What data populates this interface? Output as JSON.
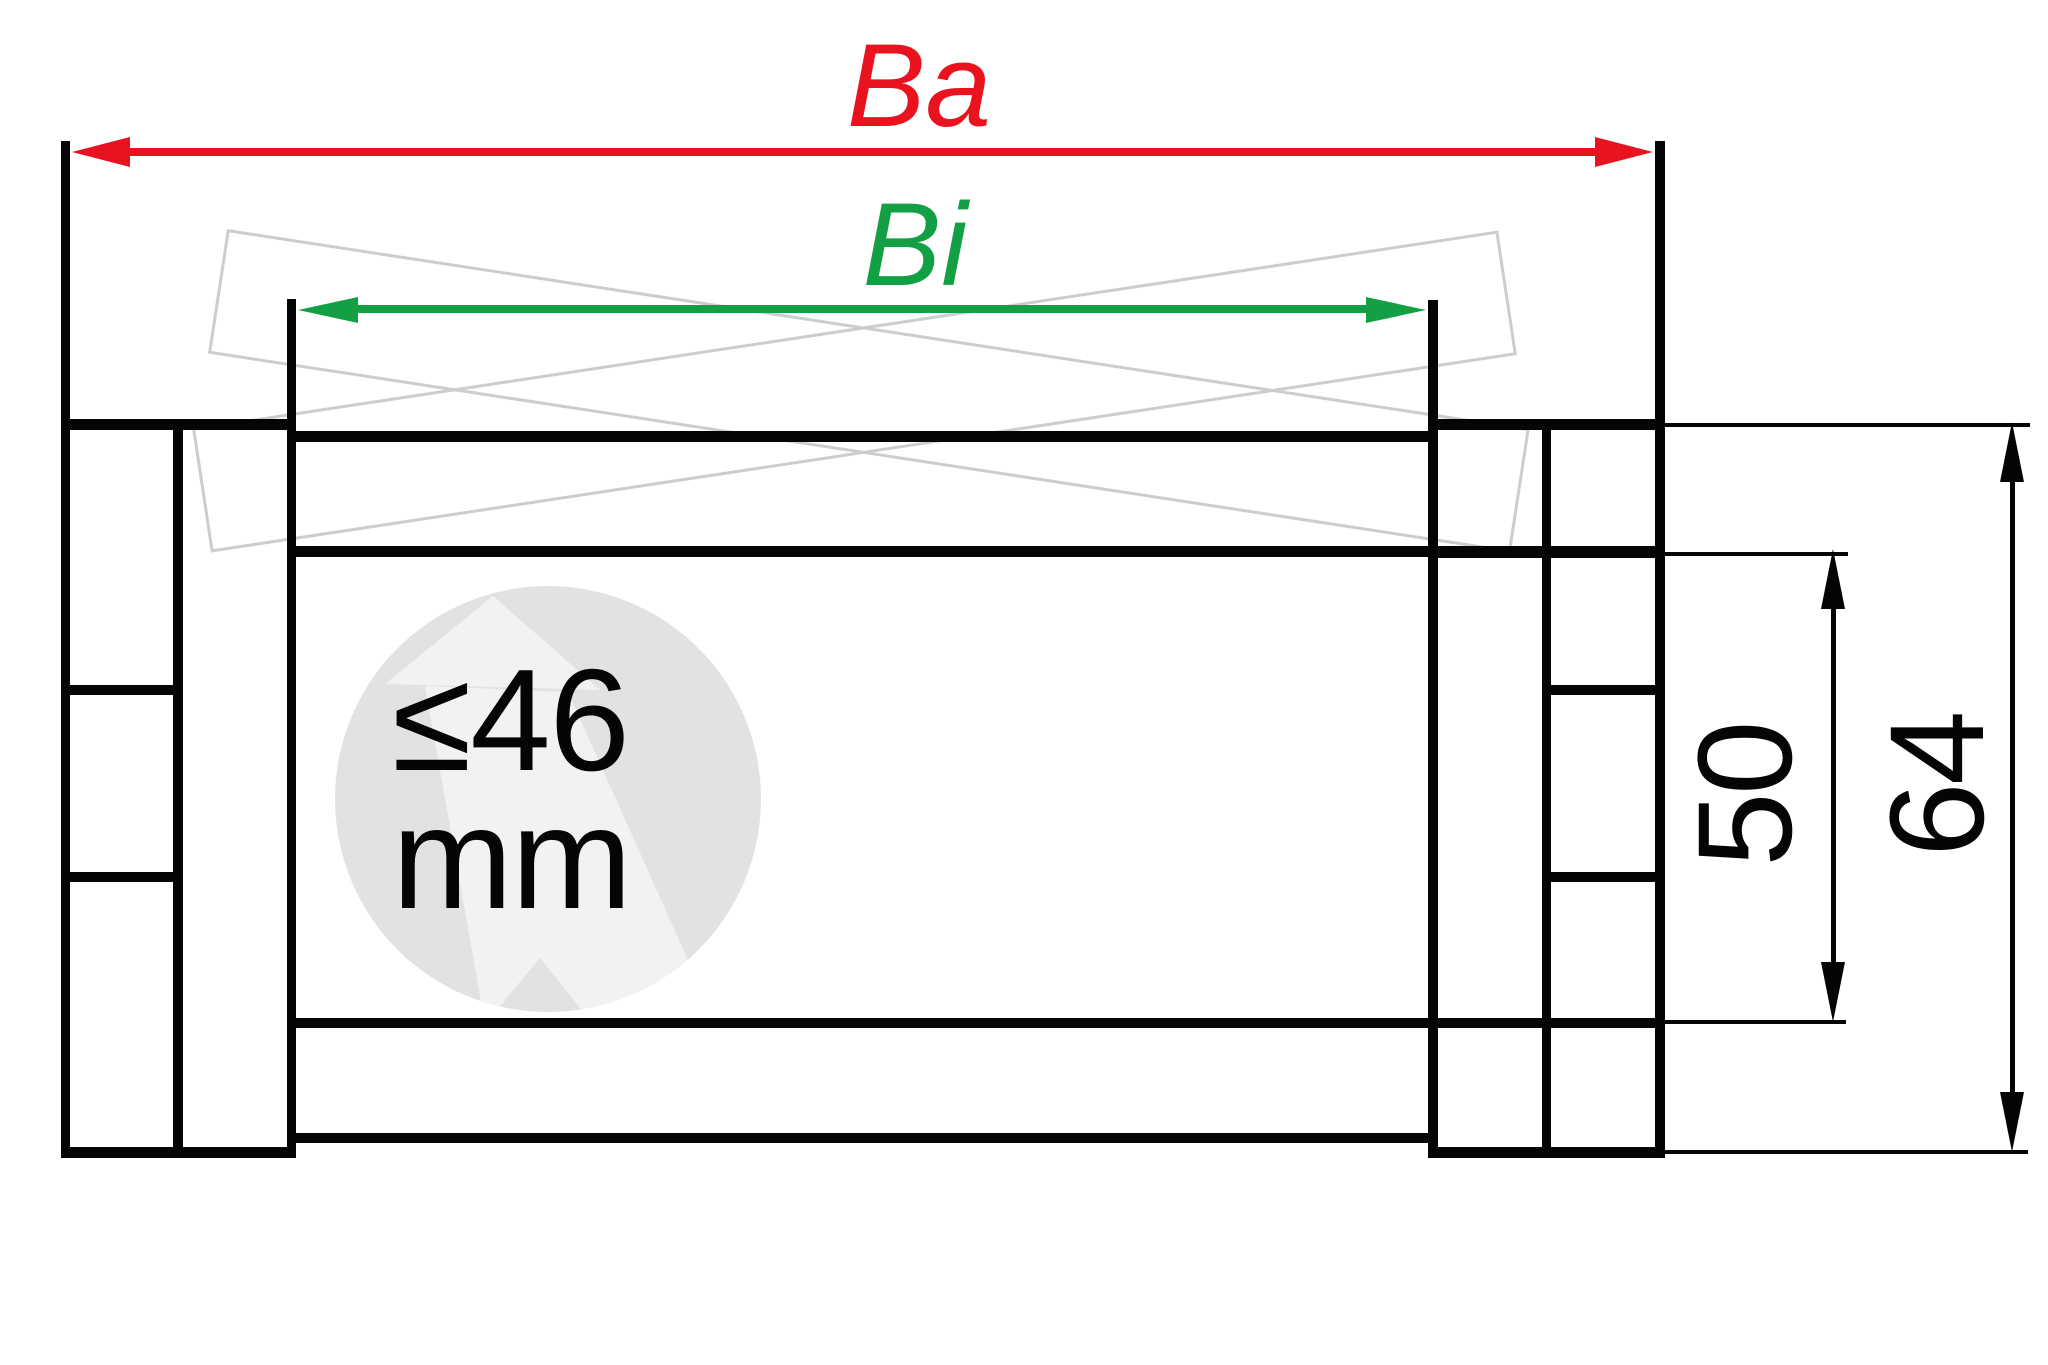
{
  "drawing": {
    "subject": "energy-chain cross-section",
    "dimension_labels": {
      "outer_width": "Ba",
      "inner_width": "Bi",
      "inner_height": "50",
      "outer_height": "64"
    },
    "badge": {
      "value": "≤46",
      "unit": "mm"
    },
    "colors": {
      "outer_width_dimension": "#e8131f",
      "inner_width_dimension": "#13a045",
      "outline": "#050505",
      "ghost_outline": "#cdcdcd",
      "badge_background": "#e2e2e2"
    }
  }
}
